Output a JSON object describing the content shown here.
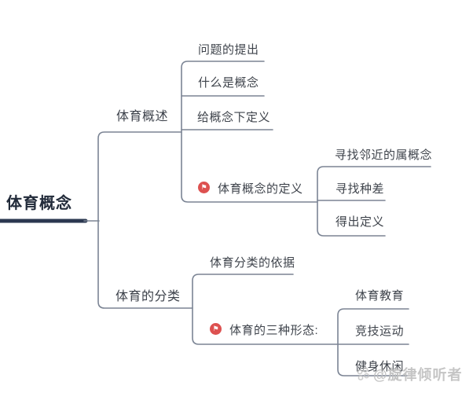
{
  "root": {
    "label": "体育概念"
  },
  "branches": [
    {
      "label": "体育概述",
      "children": [
        {
          "label": "问题的提出"
        },
        {
          "label": "什么是概念"
        },
        {
          "label": "给概念下定义"
        },
        {
          "label": "体育概念的定义",
          "marker": "flag",
          "children": [
            {
              "label": "寻找邻近的属概念"
            },
            {
              "label": "寻找种差"
            },
            {
              "label": "得出定义"
            }
          ]
        }
      ]
    },
    {
      "label": "体育的分类",
      "children": [
        {
          "label": "体育分类的依据"
        },
        {
          "label": "体育的三种形态:",
          "marker": "flag",
          "children": [
            {
              "label": "体育教育"
            },
            {
              "label": "竞技运动"
            },
            {
              "label": "健身休闲"
            }
          ]
        }
      ]
    }
  ],
  "icons": {
    "flag": "⚑"
  },
  "watermark": {
    "text": "@旋律倾听者"
  },
  "colors": {
    "line": "#7b8494",
    "root_bar": "#2b3850",
    "text": "#3f444c",
    "root_text": "#222b3a",
    "marker_bg": "#dd5150",
    "marker_fg": "#ffffff",
    "watermark": "#bfbfbf"
  }
}
